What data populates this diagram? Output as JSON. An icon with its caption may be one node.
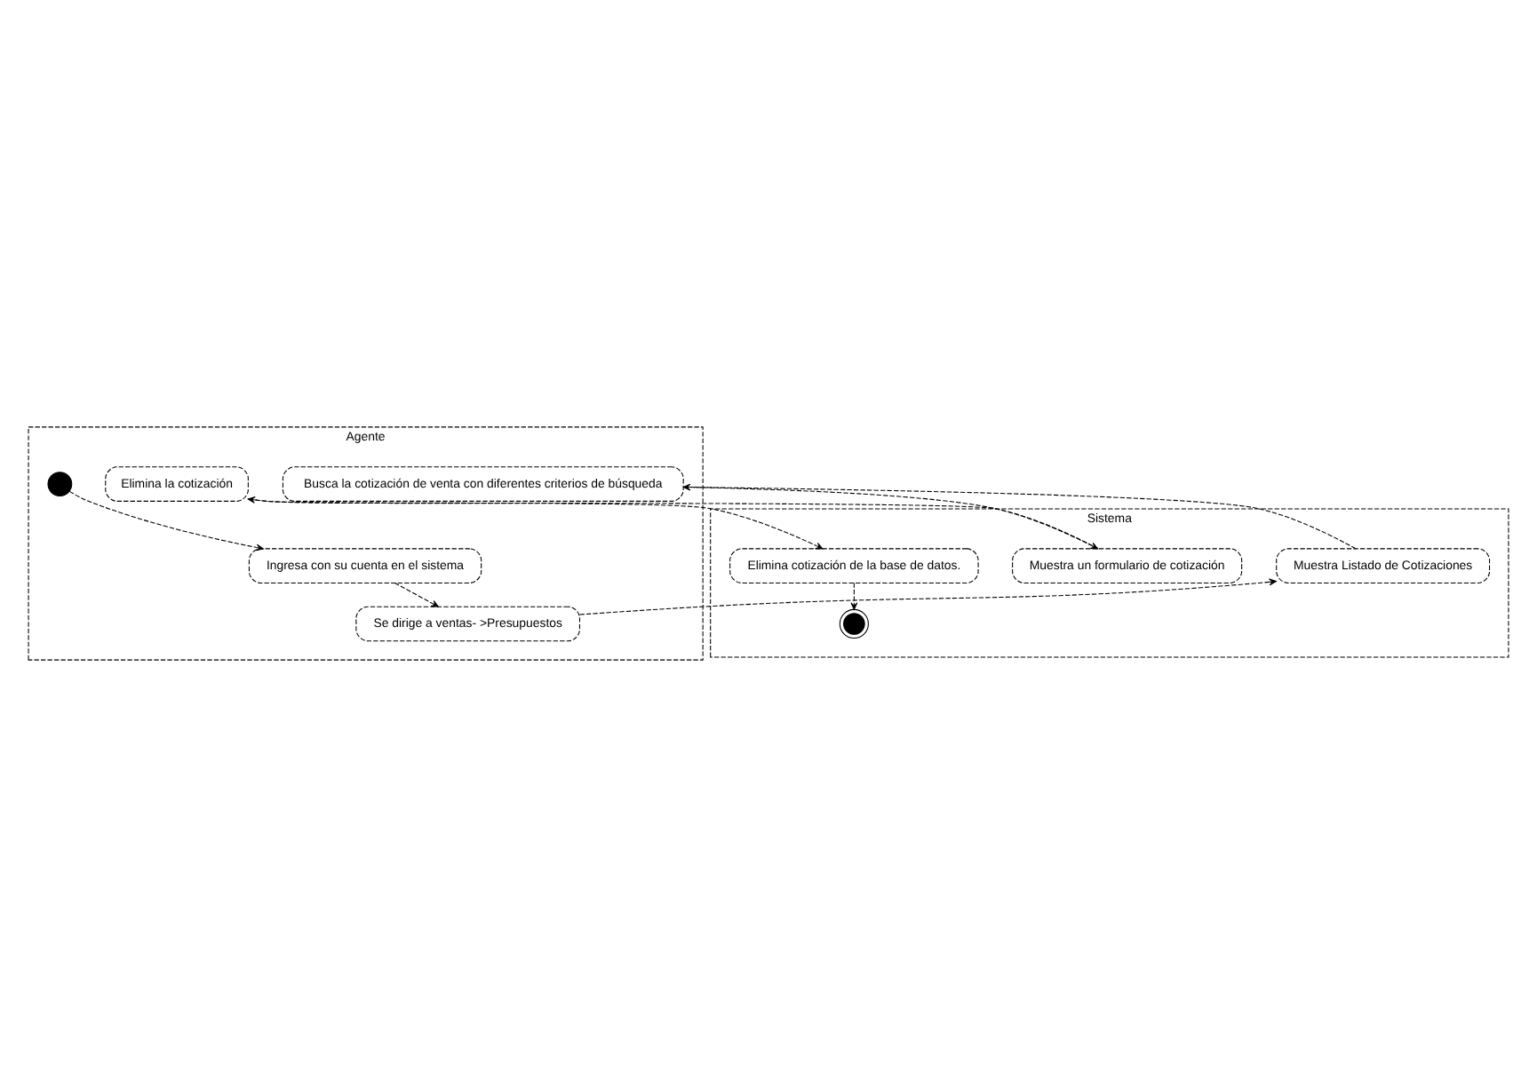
{
  "diagram": {
    "nodes": [
      {
        "text": [
          "Agente"
        ]
      },
      {
        "text": [
          "Sistema"
        ]
      },
      {
        "text": [],
        "shape": "circle",
        "in": 0
      },
      {
        "text": [
          "Ingresa con su cuenta en el sistema"
        ],
        "in": 0
      },
      {
        "text": [
          "Se dirige a ventas- >Presupuestos"
        ],
        "in": 0
      },
      {
        "text": [
          "Muestra Listado de Cotizaciones"
        ],
        "in": 1
      },
      {
        "text": [
          "Busca la cotización de venta con diferentes criterios de búsqueda"
        ],
        "in": 0
      },
      {
        "text": [
          "Muestra un formulario de cotización"
        ],
        "in": 1
      },
      {
        "text": [
          "Elimina la cotización"
        ],
        "in": 0
      },
      {
        "text": [
          "Elimina cotización de la base de datos."
        ],
        "in": 1
      },
      {
        "text": [],
        "shape": "circle",
        "in": 1
      }
    ],
    "edges": [
      {
        "from": 2,
        "to": 3,
        "arrow": "to"
      },
      {
        "from": 3,
        "to": 4,
        "arrow": "to"
      },
      {
        "from": 4,
        "to": 5,
        "arrow": "to"
      },
      {
        "from": 5,
        "to": 6,
        "arrow": "to"
      },
      {
        "from": 6,
        "to": 7,
        "arrow": "to"
      },
      {
        "from": 7,
        "to": 8,
        "arrow": "to"
      },
      {
        "from": 8,
        "to": 9,
        "arrow": "to"
      },
      {
        "from": 9,
        "to": 10,
        "arrow": "to"
      }
    ]
  }
}
